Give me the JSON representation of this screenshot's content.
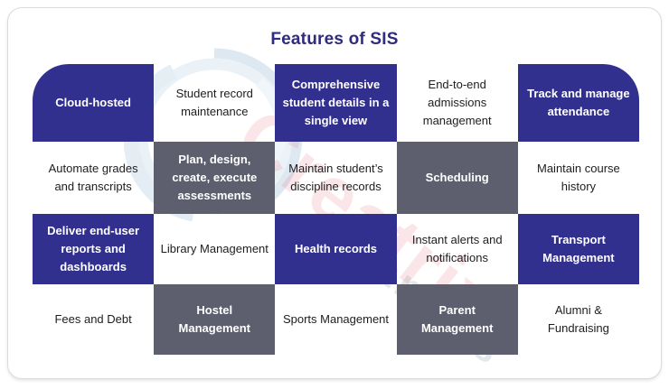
{
  "title": "Features of SIS",
  "colors": {
    "accent_blue": "#32308e",
    "cell_gray": "#5e5f6e",
    "title_color": "#2e2b80",
    "card_border": "#d9dbe0",
    "text_dark": "#1d1d1f",
    "watermark_pink": "#e4596e",
    "watermark_gray": "#8d99a8",
    "watermark_teal": "#cfe0ec"
  },
  "watermark": {
    "brand": "Creatrix",
    "brand_sub": "Campus"
  },
  "grid": {
    "rows": [
      {
        "cells": [
          {
            "label": "Cloud-hosted",
            "variant": "blue"
          },
          {
            "label": "Student record maintenance",
            "variant": "white"
          },
          {
            "label": "Comprehensive student details in a single view",
            "variant": "blue"
          },
          {
            "label": "End-to-end admissions management",
            "variant": "white"
          },
          {
            "label": "Track and manage attendance",
            "variant": "blue"
          }
        ]
      },
      {
        "cells": [
          {
            "label": "Automate grades and transcripts",
            "variant": "white"
          },
          {
            "label": "Plan, design, create, execute assessments",
            "variant": "gray"
          },
          {
            "label": "Maintain student’s discipline records",
            "variant": "white"
          },
          {
            "label": "Scheduling",
            "variant": "gray"
          },
          {
            "label": "Maintain course history",
            "variant": "white"
          }
        ]
      },
      {
        "cells": [
          {
            "label": "Deliver end-user reports and dashboards",
            "variant": "blue"
          },
          {
            "label": "Library Management",
            "variant": "white"
          },
          {
            "label": "Health records",
            "variant": "blue"
          },
          {
            "label": "Instant alerts and notifications",
            "variant": "white"
          },
          {
            "label": "Transport Management",
            "variant": "blue"
          }
        ]
      },
      {
        "cells": [
          {
            "label": "Fees and Debt",
            "variant": "white"
          },
          {
            "label": "Hostel Management",
            "variant": "gray"
          },
          {
            "label": "Sports Management",
            "variant": "white"
          },
          {
            "label": "Parent Management",
            "variant": "gray"
          },
          {
            "label": "Alumni & Fundraising",
            "variant": "white"
          }
        ]
      }
    ]
  }
}
